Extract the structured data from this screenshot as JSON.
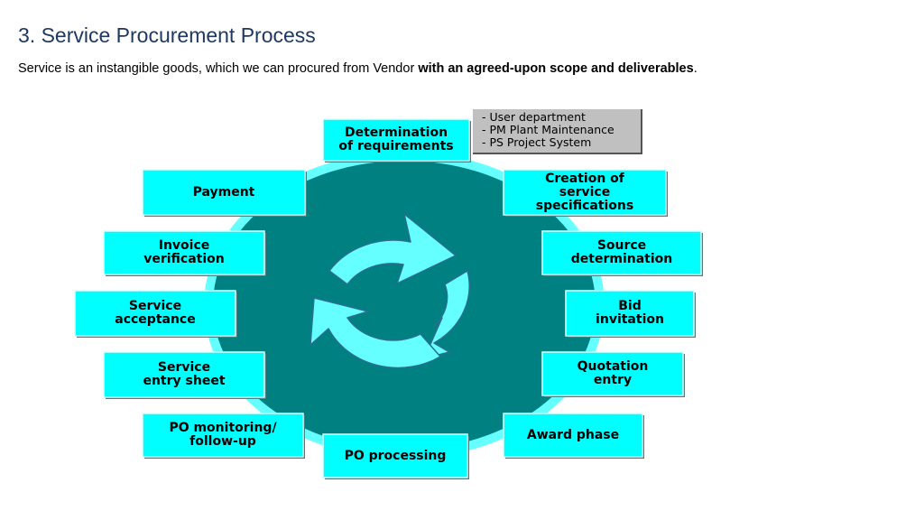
{
  "header": {
    "title": "3. Service Procurement Process",
    "subtitle_plain": "Service is an instangible goods, which we can procured from Vendor ",
    "subtitle_bold": "with an agreed-upon scope and deliverables",
    "subtitle_end": "."
  },
  "note": {
    "lines": [
      "- User department",
      "- PM Plant Maintenance",
      "- PS Project System"
    ]
  },
  "stages": [
    {
      "key": "determination",
      "label": "Determination\nof requirements"
    },
    {
      "key": "creation",
      "label": "Creation of\nservice\nspecifications"
    },
    {
      "key": "source",
      "label": "Source\ndetermination"
    },
    {
      "key": "bid",
      "label": "Bid\ninvitation"
    },
    {
      "key": "quotation",
      "label": "Quotation\nentry"
    },
    {
      "key": "award",
      "label": "Award phase"
    },
    {
      "key": "po-processing",
      "label": "PO processing"
    },
    {
      "key": "po-monitoring",
      "label": "PO monitoring/\nfollow-up"
    },
    {
      "key": "service-entry",
      "label": "Service\nentry sheet"
    },
    {
      "key": "service-acceptance",
      "label": "Service\nacceptance"
    },
    {
      "key": "invoice",
      "label": "Invoice\nverification"
    },
    {
      "key": "payment",
      "label": "Payment"
    }
  ],
  "colors": {
    "box": "#00ffff",
    "disc": "#008080",
    "ring": "#66ffff",
    "arrow": "#66ffff",
    "note": "#c0c0c0",
    "title": "#1f3864"
  }
}
